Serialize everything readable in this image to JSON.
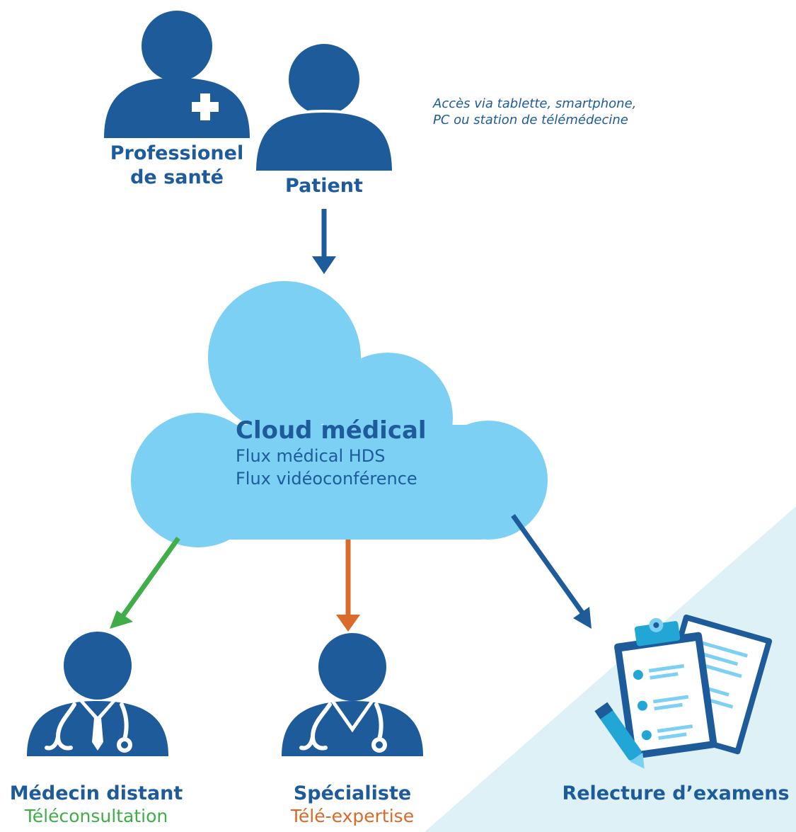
{
  "colors": {
    "primary_blue": "#1e5b9b",
    "cloud_blue": "#7bd0f4",
    "bg_triangle": "#ddf1f6",
    "green": "#3fae49",
    "orange": "#d86a2a",
    "white": "#ffffff"
  },
  "icons": {
    "professional": "health-professional-icon",
    "patient": "patient-icon",
    "doctor": "doctor-icon",
    "specialist": "specialist-icon",
    "exams": "clipboard-exams-icon"
  },
  "top": {
    "professional_line1": "Professionel",
    "professional_line2": "de santé",
    "patient": "Patient",
    "access_line1": "Accès via tablette, smartphone,",
    "access_line2": "PC ou station de télémédecine"
  },
  "cloud": {
    "title": "Cloud médical",
    "line1": "Flux médical HDS",
    "line2": "Flux vidéoconférence"
  },
  "bottom": {
    "doctor_title": "Médecin distant",
    "doctor_sub": "Téléconsultation",
    "specialist_title": "Spécialiste",
    "specialist_sub": "Télé-expertise",
    "exams_title": "Relecture d’examens"
  }
}
